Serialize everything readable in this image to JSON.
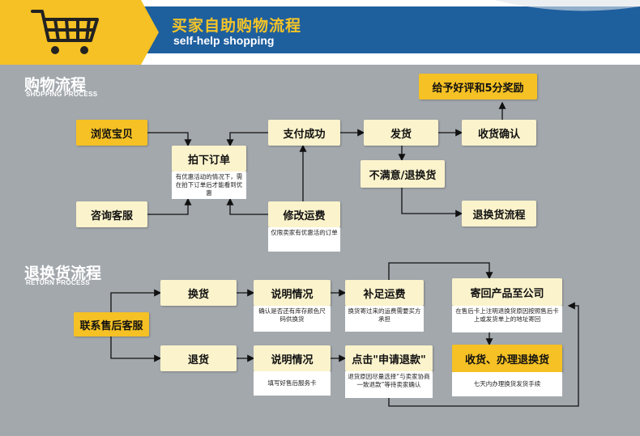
{
  "header": {
    "title_cn": "买家自助购物流程",
    "title_en": "self-help shopping",
    "cart_icon": "shopping-cart-icon"
  },
  "shopping": {
    "title_cn": "购物流程",
    "title_en": "SHOPPING PROCESS",
    "browse": "浏览宝贝",
    "consult": "咨询客服",
    "order": "拍下订单",
    "order_note": "有优惠活动的情况下，需在拍下订单后才能看到优惠",
    "pay": "支付成功",
    "modify_fee": "修改运费",
    "modify_note": "仅限卖家有优惠活的订单",
    "ship": "发货",
    "confirm": "收货确认",
    "reward": "给予好评和5分奖励",
    "unsatisfied": "不满意/退换货",
    "return_flow": "退换货流程"
  },
  "returns": {
    "title_cn": "退换货流程",
    "title_en": "RETURN PROCESS",
    "contact": "联系售后客服",
    "exchange": "换货",
    "explain1": "说明情况",
    "explain1_note": "确认是否还有库存颜色尺码供换货",
    "supplement": "补足运费",
    "supplement_note": "换货寄过来的运费需要买方承担",
    "send_back": "寄回产品至公司",
    "send_back_note": "在售后卡上注明退换货原因按照售后卡上或发货单上的地址寄回",
    "refund": "退货",
    "explain2": "说明情况",
    "explain2_note": "填写好售后服务卡",
    "apply": "点击\"申请退款\"",
    "apply_note": "退货原因尽量选择“与卖家协商一致退款”等待卖家确认",
    "receive": "收货、办理退换货",
    "receive_note": "七天内办理换货发货手续"
  },
  "colors": {
    "background": "#a3a8ad",
    "header_blue": "#1e5f9e",
    "yellow": "#f5c124",
    "cream": "#fbf3cc",
    "title_yellow": "#f5c428"
  }
}
